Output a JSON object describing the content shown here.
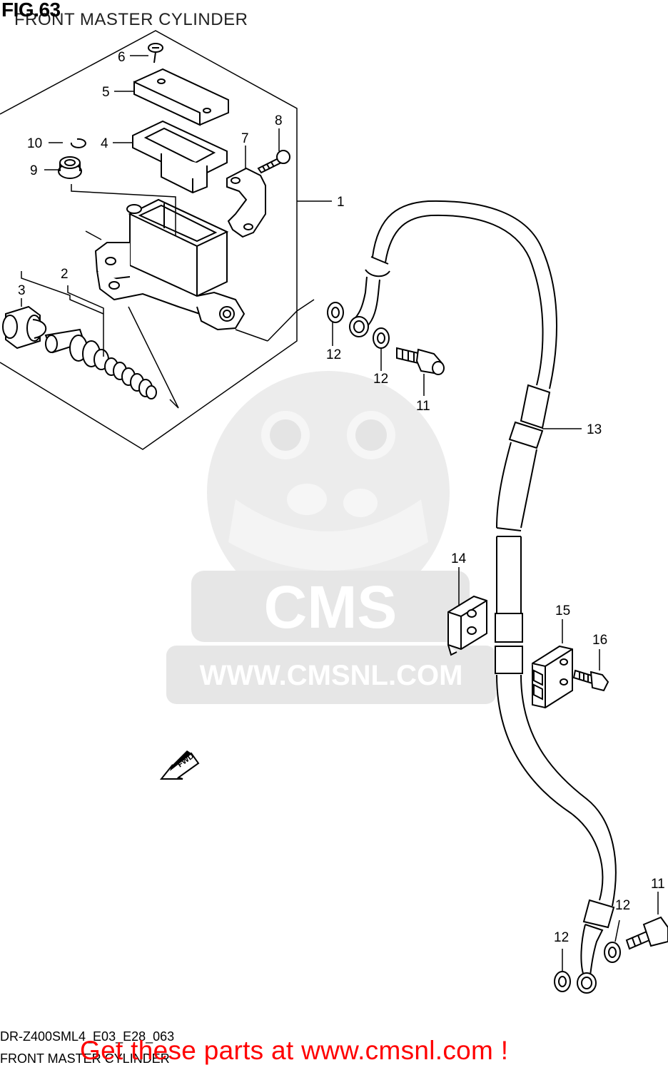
{
  "header": {
    "fig_label": "FIG.63",
    "title": "FRONT MASTER CYLINDER"
  },
  "watermark": {
    "brand": "CMS",
    "url": "WWW.CMSNL.COM"
  },
  "direction_tag": "FWD",
  "callouts": [
    {
      "ref": "callout-1",
      "label": "1"
    },
    {
      "ref": "callout-2",
      "label": "2"
    },
    {
      "ref": "callout-3",
      "label": "3"
    },
    {
      "ref": "callout-4",
      "label": "4"
    },
    {
      "ref": "callout-5",
      "label": "5"
    },
    {
      "ref": "callout-6",
      "label": "6"
    },
    {
      "ref": "callout-7",
      "label": "7"
    },
    {
      "ref": "callout-8",
      "label": "8"
    },
    {
      "ref": "callout-9",
      "label": "9"
    },
    {
      "ref": "callout-10",
      "label": "10"
    },
    {
      "ref": "callout-11a",
      "label": "11"
    },
    {
      "ref": "callout-11b",
      "label": "11"
    },
    {
      "ref": "callout-12a",
      "label": "12"
    },
    {
      "ref": "callout-12b",
      "label": "12"
    },
    {
      "ref": "callout-12c",
      "label": "12"
    },
    {
      "ref": "callout-12d",
      "label": "12"
    },
    {
      "ref": "callout-13",
      "label": "13"
    },
    {
      "ref": "callout-14",
      "label": "14"
    },
    {
      "ref": "callout-15",
      "label": "15"
    },
    {
      "ref": "callout-16",
      "label": "16"
    }
  ],
  "footer": {
    "model_code": "DR-Z400SML4_E03_E28_063",
    "subtitle": "FRONT MASTER CYLINDER",
    "cta": "Get these parts at www.cmsnl.com !"
  },
  "colors": {
    "line": "#000000",
    "watermark": "#e6e6e6",
    "cta": "#ff0000"
  }
}
